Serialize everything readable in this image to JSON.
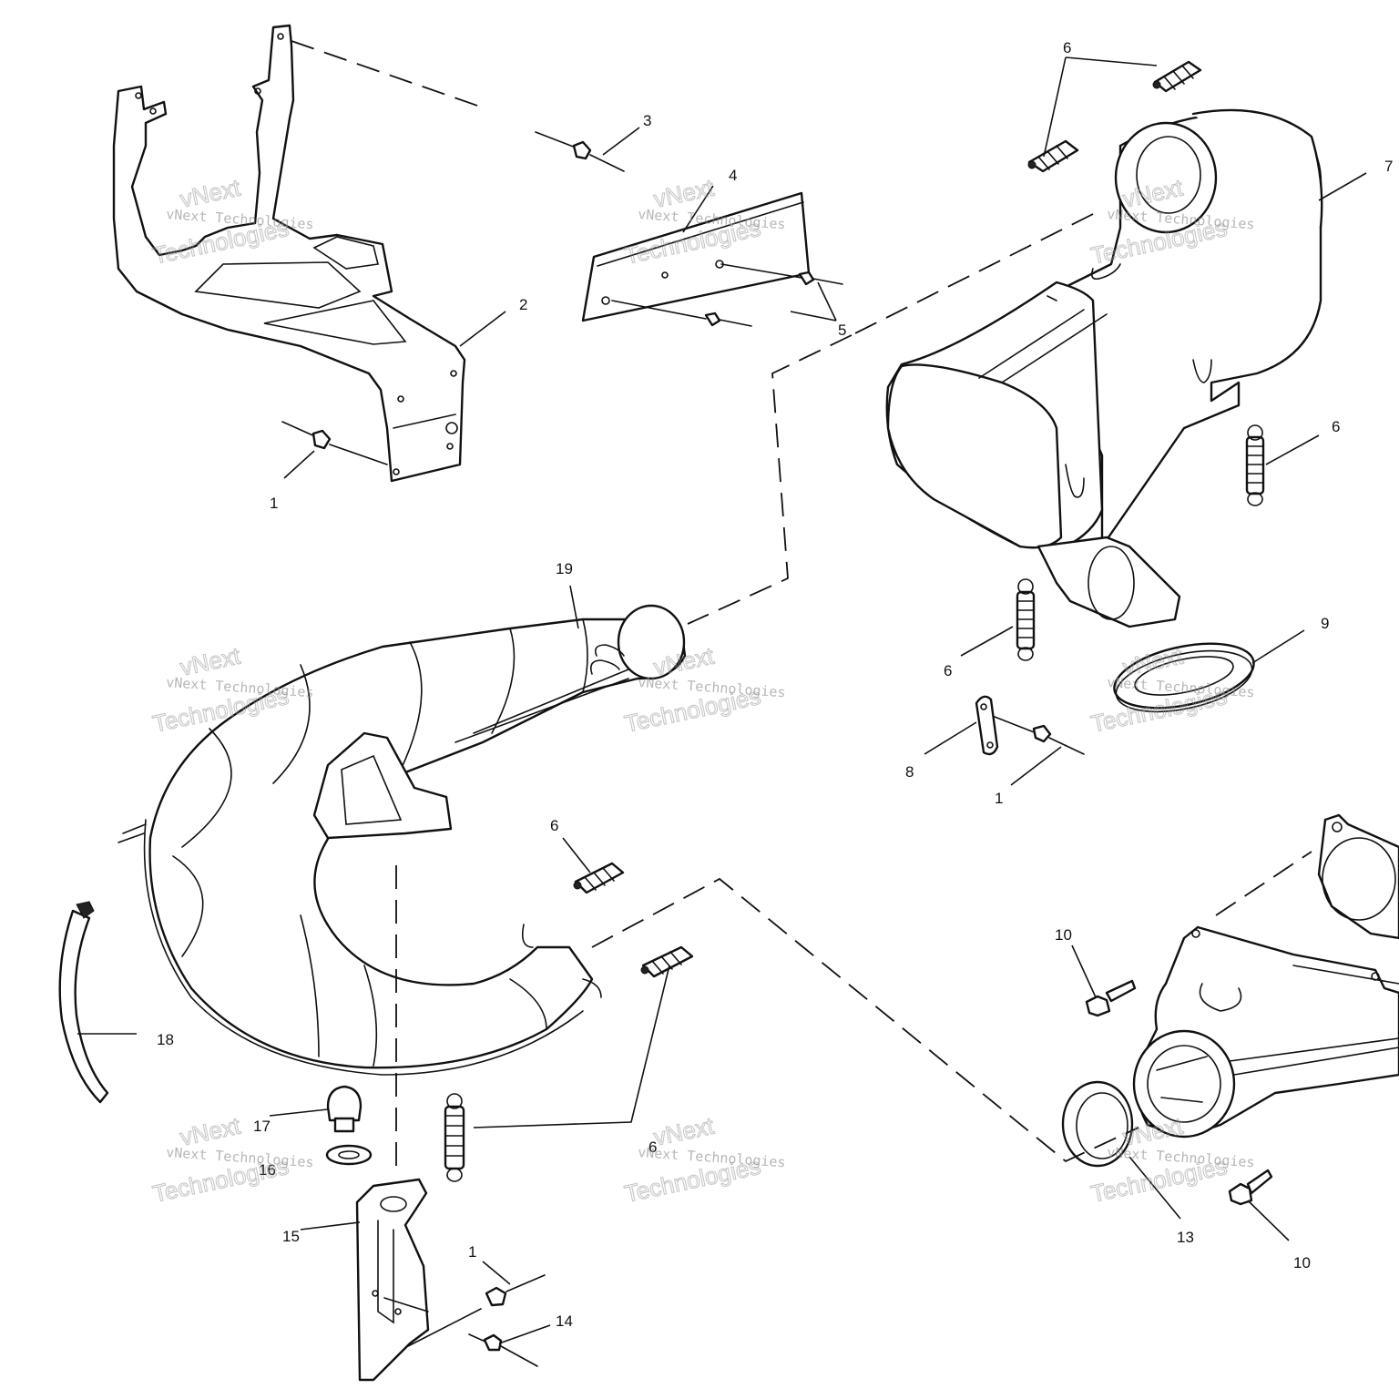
{
  "callouts": {
    "c1a": "1",
    "c1b": "1",
    "c1c": "1",
    "c2": "2",
    "c3": "3",
    "c4": "4",
    "c5": "5",
    "c6a": "6",
    "c6b": "6",
    "c6c": "6",
    "c6d": "6",
    "c6e": "6",
    "c7": "7",
    "c8": "8",
    "c9": "9",
    "c10a": "10",
    "c10b": "10",
    "c13": "13",
    "c14": "14",
    "c15": "15",
    "c16": "16",
    "c17": "17",
    "c18": "18",
    "c19": "19"
  },
  "watermark": {
    "line1": "vNext Technologies",
    "big": "Technologies",
    "small": "vNext"
  }
}
